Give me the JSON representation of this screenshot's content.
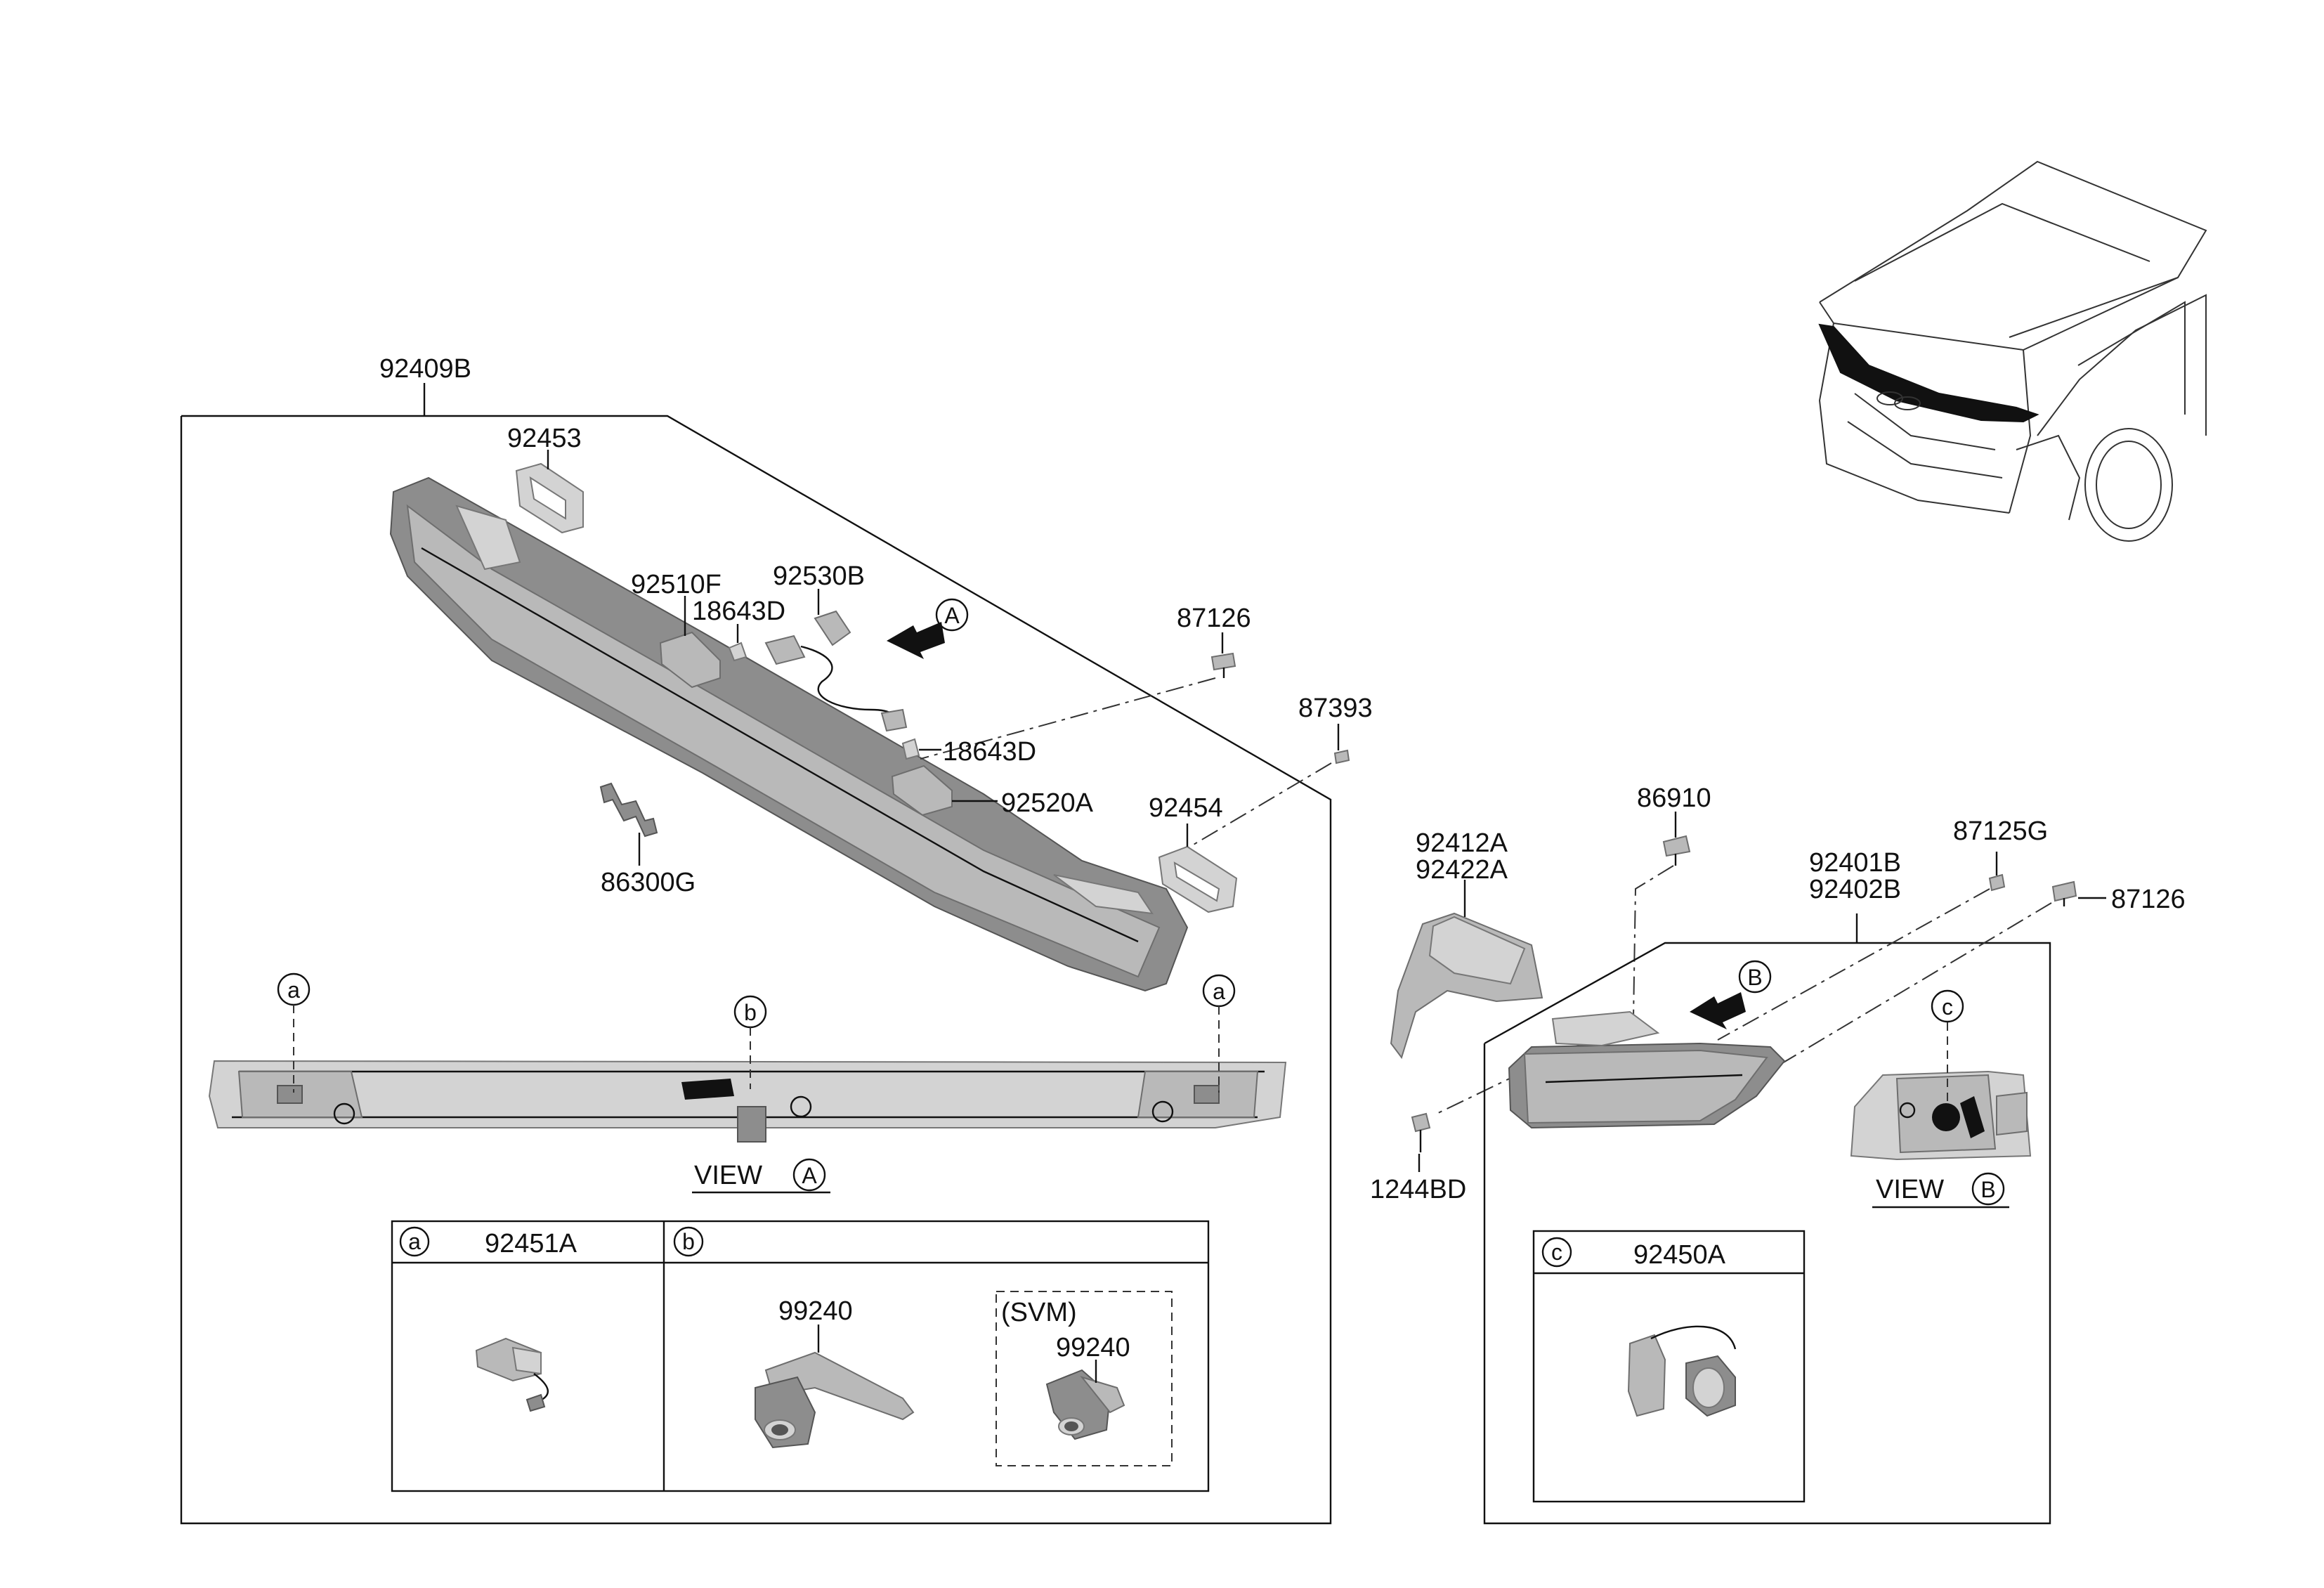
{
  "labels": {
    "assembly_left": "92409B",
    "gasket_left": "92453",
    "lamp_92510f": "92510F",
    "bulb_18643d_top": "18643D",
    "socket_92530b": "92530B",
    "screw_87126_left": "87126",
    "screw_87393": "87393",
    "bulb_18643d_bottom": "18643D",
    "lamp_92520a": "92520A",
    "gasket_right": "92454",
    "clip_86300g": "86300G",
    "cover_92412a": "92412A",
    "cover_92422a": "92422A",
    "screw_86910": "86910",
    "lamp_92401b": "92401B",
    "lamp_92402b": "92402B",
    "screw_87125g": "87125G",
    "screw_87126_right": "87126",
    "screw_1244bd": "1244BD",
    "part_92451a": "92451A",
    "part_99240": "99240",
    "svm_note": "(SVM)",
    "part_99240_svm": "99240",
    "part_92450a": "92450A"
  },
  "callouts": {
    "a": "a",
    "b": "b",
    "c": "c",
    "A": "A",
    "B": "B"
  },
  "views": {
    "view_word": "VIEW"
  },
  "icons": {
    "arrow": "bold-direction-arrow-icon",
    "fastener": "screw-icon"
  }
}
